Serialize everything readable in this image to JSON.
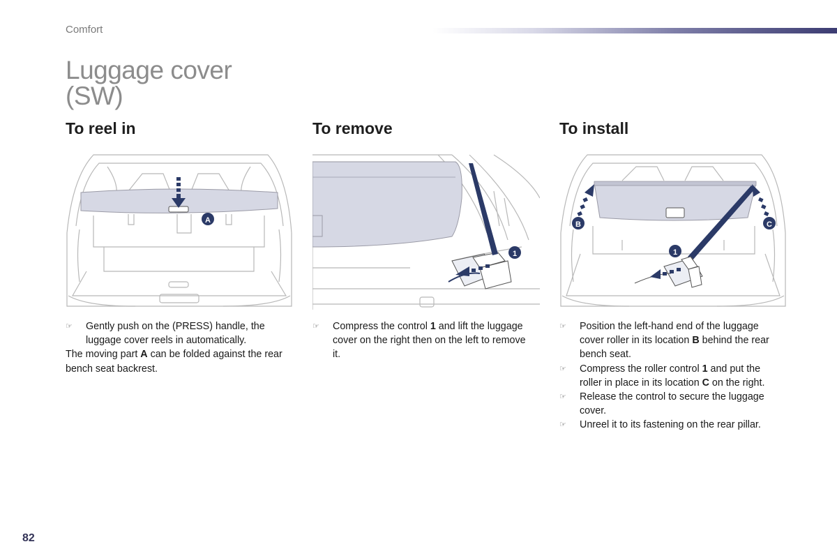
{
  "header": {
    "section": "Comfort"
  },
  "title": {
    "line1": "Luggage cover",
    "line2": "(SW)"
  },
  "columns": [
    {
      "heading": "To reel in",
      "callouts": [
        "A"
      ],
      "paragraphs": [
        {
          "type": "bullet",
          "parts": [
            "Gently push on the (PRESS) handle, the luggage cover reels in automatically."
          ]
        },
        {
          "type": "plain",
          "parts": [
            "The moving part ",
            "A",
            " can be folded against the rear bench seat backrest."
          ]
        }
      ]
    },
    {
      "heading": "To remove",
      "callouts": [
        "1"
      ],
      "paragraphs": [
        {
          "type": "bullet",
          "parts": [
            "Compress the control ",
            "1",
            " and lift the luggage cover on the right then on the left to remove it."
          ]
        }
      ]
    },
    {
      "heading": "To install",
      "callouts": [
        "B",
        "C",
        "1"
      ],
      "paragraphs": [
        {
          "type": "bullet",
          "parts": [
            "Position the left-hand end of the luggage cover roller in its location ",
            "B",
            " behind the rear bench seat."
          ]
        },
        {
          "type": "bullet",
          "parts": [
            "Compress the roller control ",
            "1",
            " and put the roller in place in its location ",
            "C",
            " on the right."
          ]
        },
        {
          "type": "bullet",
          "parts": [
            "Release the control to secure the luggage cover."
          ]
        },
        {
          "type": "bullet",
          "parts": [
            "Unreel it to its fastening on the rear pillar."
          ]
        }
      ]
    }
  ],
  "page_number": "82",
  "colors": {
    "accent": "#2b3a67",
    "cover": "#d6d8e4",
    "line": "#b0b0b0"
  }
}
